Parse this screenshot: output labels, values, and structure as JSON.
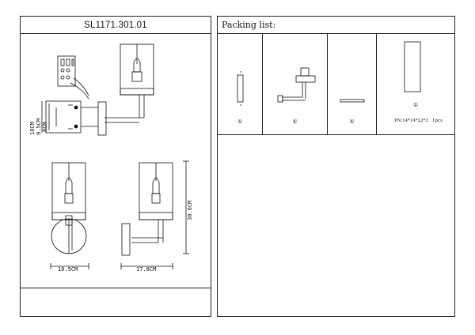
{
  "left_panel": {
    "model_code": "SL1171.301.01",
    "dimensions": {
      "plate_height": "10CM",
      "hole_spacing": "9.5CM",
      "screw_spacing": "8CM",
      "total_height": "30.6CM",
      "front_width": "10.5CM",
      "side_projection": "17.8CM"
    }
  },
  "right_panel": {
    "title": "Packing list:",
    "items": [
      {
        "id": "mounting-bracket",
        "qty_symbol": "①"
      },
      {
        "id": "wall-lamp-body",
        "qty_symbol": "①"
      },
      {
        "id": "glass-tube",
        "qty_symbol": "①"
      },
      {
        "id": "bulb-box",
        "qty_symbol": "①",
        "pn": "PN:14*14*22*2",
        "count": "1pcs"
      }
    ]
  }
}
